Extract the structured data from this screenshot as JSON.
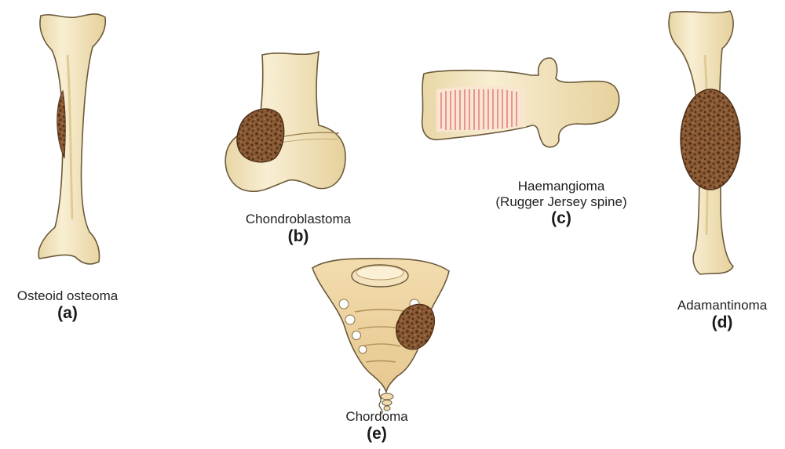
{
  "figure": {
    "panels": [
      {
        "id": "a",
        "name": "Osteoid osteoma",
        "letter": "(a)"
      },
      {
        "id": "b",
        "name": "Chondroblastoma",
        "letter": "(b)"
      },
      {
        "id": "c",
        "name": "Haemangioma",
        "name_line2": "(Rugger Jersey spine)",
        "letter": "(c)"
      },
      {
        "id": "d",
        "name": "Adamantinoma",
        "letter": "(d)"
      },
      {
        "id": "e",
        "name": "Chordoma",
        "letter": "(e)"
      }
    ]
  },
  "colors": {
    "bone_fill": "#f5e9c6",
    "bone_outline": "#6b5a3a",
    "bone_shade": "#e2cf9f",
    "lesion_fill": "#8a5a35",
    "lesion_spots": "#4e2f17",
    "stripe": "#e0707a"
  }
}
